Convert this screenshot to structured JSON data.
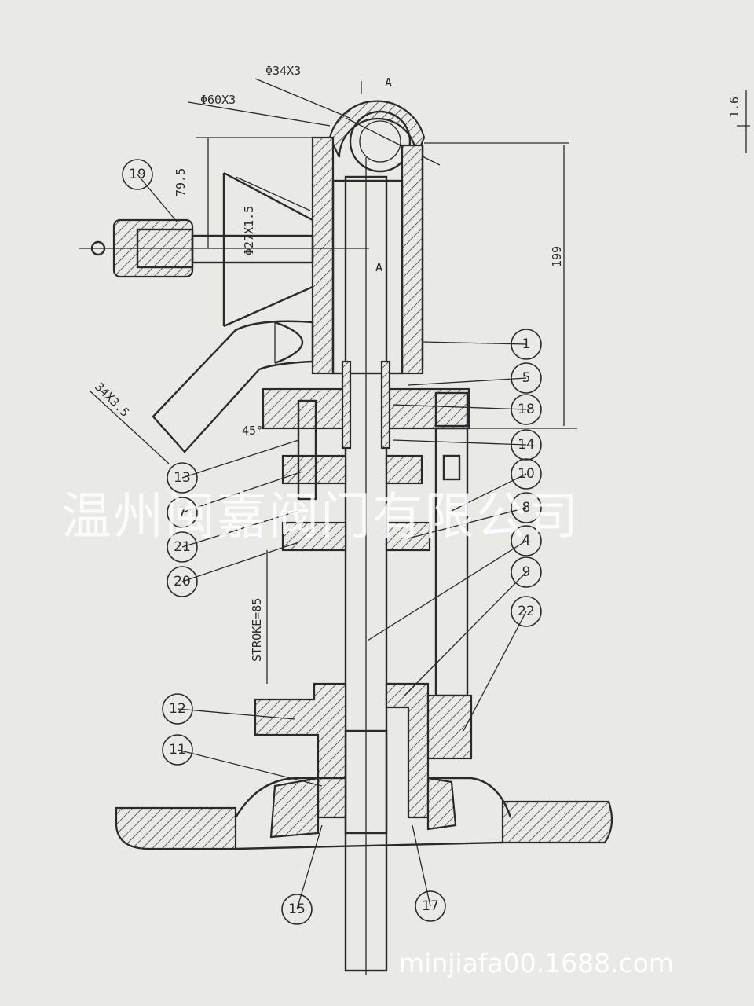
{
  "dimensions": {
    "pipe_top": "Φ34X3",
    "pipe_outer": "Φ60X3",
    "height_left": "79.5",
    "outlet_pipe": "Φ27X1.5",
    "height_right": "199",
    "section_a_top": "A",
    "section_a_mid": "A",
    "angled_pipe": "34X3.5",
    "angle": "45°",
    "stroke": "STROKE=85",
    "roughness": "1.6"
  },
  "part_labels": [
    "19",
    "1",
    "5",
    "18",
    "13",
    "14",
    "7",
    "10",
    "21",
    "8",
    "20",
    "4",
    "9",
    "22",
    "12",
    "11",
    "15",
    "17"
  ],
  "watermark": "温州闽嘉阀门有限公司",
  "url_mark": "minjiafa00.1688.com"
}
